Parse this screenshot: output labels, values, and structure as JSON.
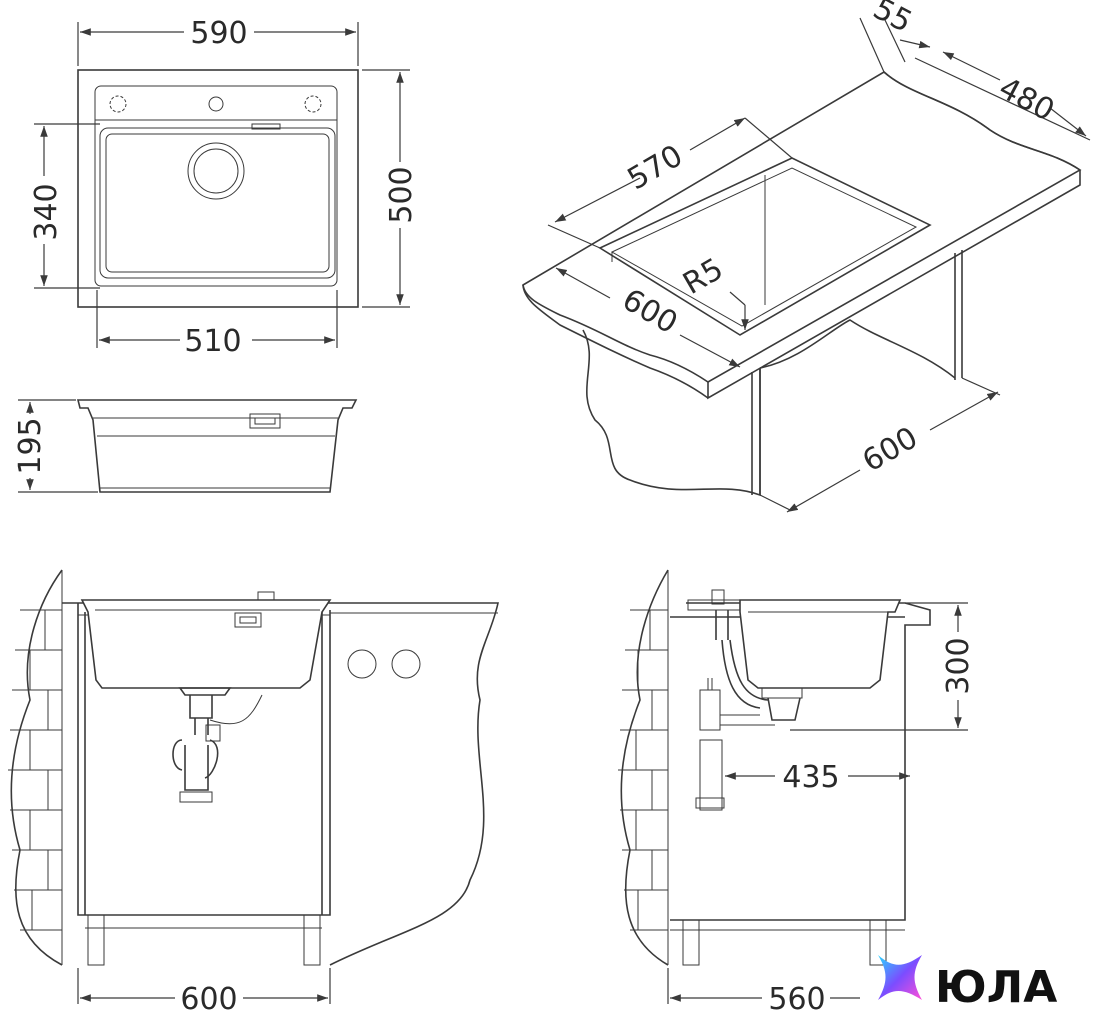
{
  "top_view": {
    "overall_width": "590",
    "overall_depth": "500",
    "bowl_depth": "340",
    "bowl_width": "510"
  },
  "side_view": {
    "height": "195"
  },
  "iso_view": {
    "depth_top": "55",
    "bowl_length": "480",
    "length": "570",
    "width": "600",
    "radius": "R5",
    "cabinet": "600"
  },
  "front_install": {
    "cabinet_width": "600"
  },
  "side_install": {
    "height": "300",
    "drain_offset": "435",
    "cabinet_depth": "560"
  },
  "brand": {
    "name": "ЮЛА",
    "colors": [
      "#2ad4ff",
      "#7b4dff",
      "#ff4fd8"
    ]
  }
}
